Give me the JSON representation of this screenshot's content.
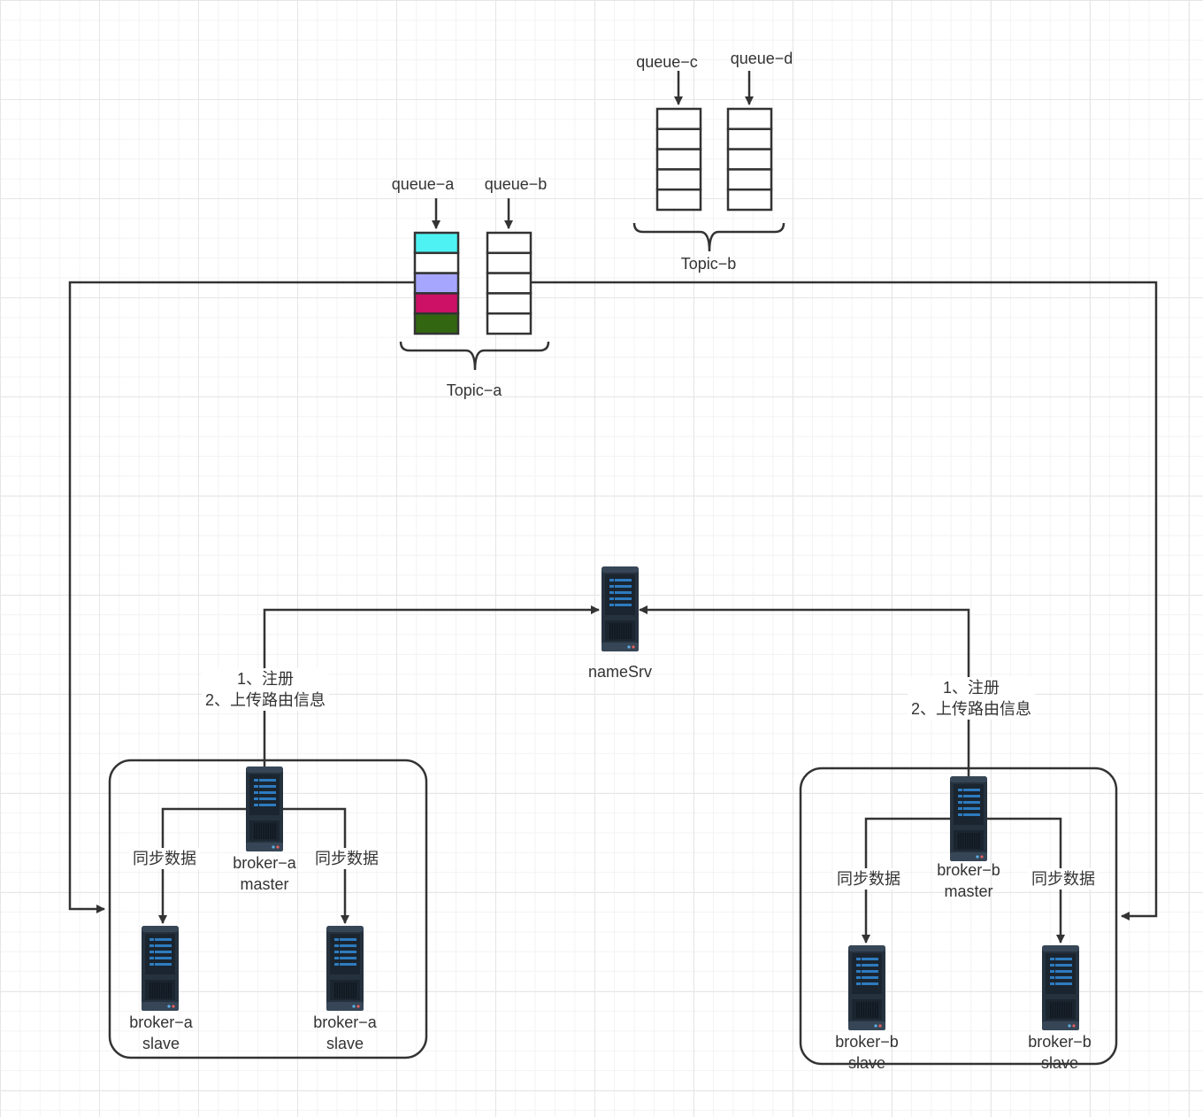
{
  "colors": {
    "line": "#333333",
    "server_body": "#25313d",
    "server_bar": "#2e7bbf",
    "cell_1": "#4ef2f2",
    "cell_2": "#ffffff",
    "cell_3": "#a6a6ff",
    "cell_4": "#cc1166",
    "cell_5": "#336611"
  },
  "topics": {
    "a": {
      "label": "Topic−a",
      "queue_1": "queue−a",
      "queue_2": "queue−b"
    },
    "b": {
      "label": "Topic−b",
      "queue_1": "queue−c",
      "queue_2": "queue−d"
    }
  },
  "namesrv": {
    "label": "nameSrv",
    "icon": "server-icon"
  },
  "registration": {
    "line1": "1、注册",
    "line2": "2、上传路由信息"
  },
  "sync_label": "同步数据",
  "broker_a": {
    "master_line1": "broker−a",
    "master_line2": "master",
    "slave_line1": "broker−a",
    "slave_line2": "slave"
  },
  "broker_b": {
    "master_line1": "broker−b",
    "master_line2": "master",
    "slave_line1": "broker−b",
    "slave_line2": "slave"
  }
}
